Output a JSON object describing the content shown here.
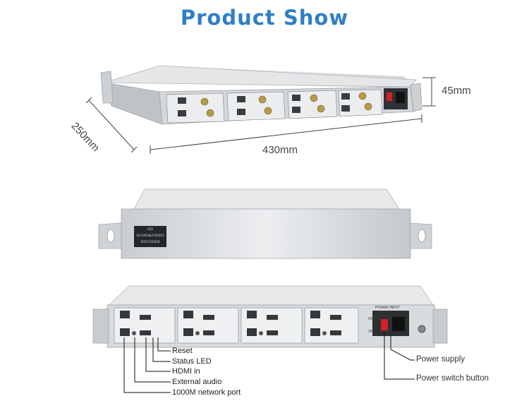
{
  "title": "Product Show",
  "dimensions": {
    "height": "45mm",
    "depth": "250mm",
    "width": "430mm"
  },
  "front_panel": {
    "line1": "HD",
    "line2": "AUDIO&VIDEO",
    "line3": "ENCODER"
  },
  "rear_panel": {
    "power_input": "POWER INPUT",
    "off": "OFF",
    "on": "ON"
  },
  "callouts_left": [
    "Reset",
    "Status LED",
    "HDMI in",
    "External audio",
    "1000M network port"
  ],
  "callouts_right": [
    "Power supply",
    "Power switch button"
  ],
  "colors": {
    "title": "#2f7fc6",
    "chassis": "#d9dde0",
    "power_switch": "#d21f2a"
  }
}
